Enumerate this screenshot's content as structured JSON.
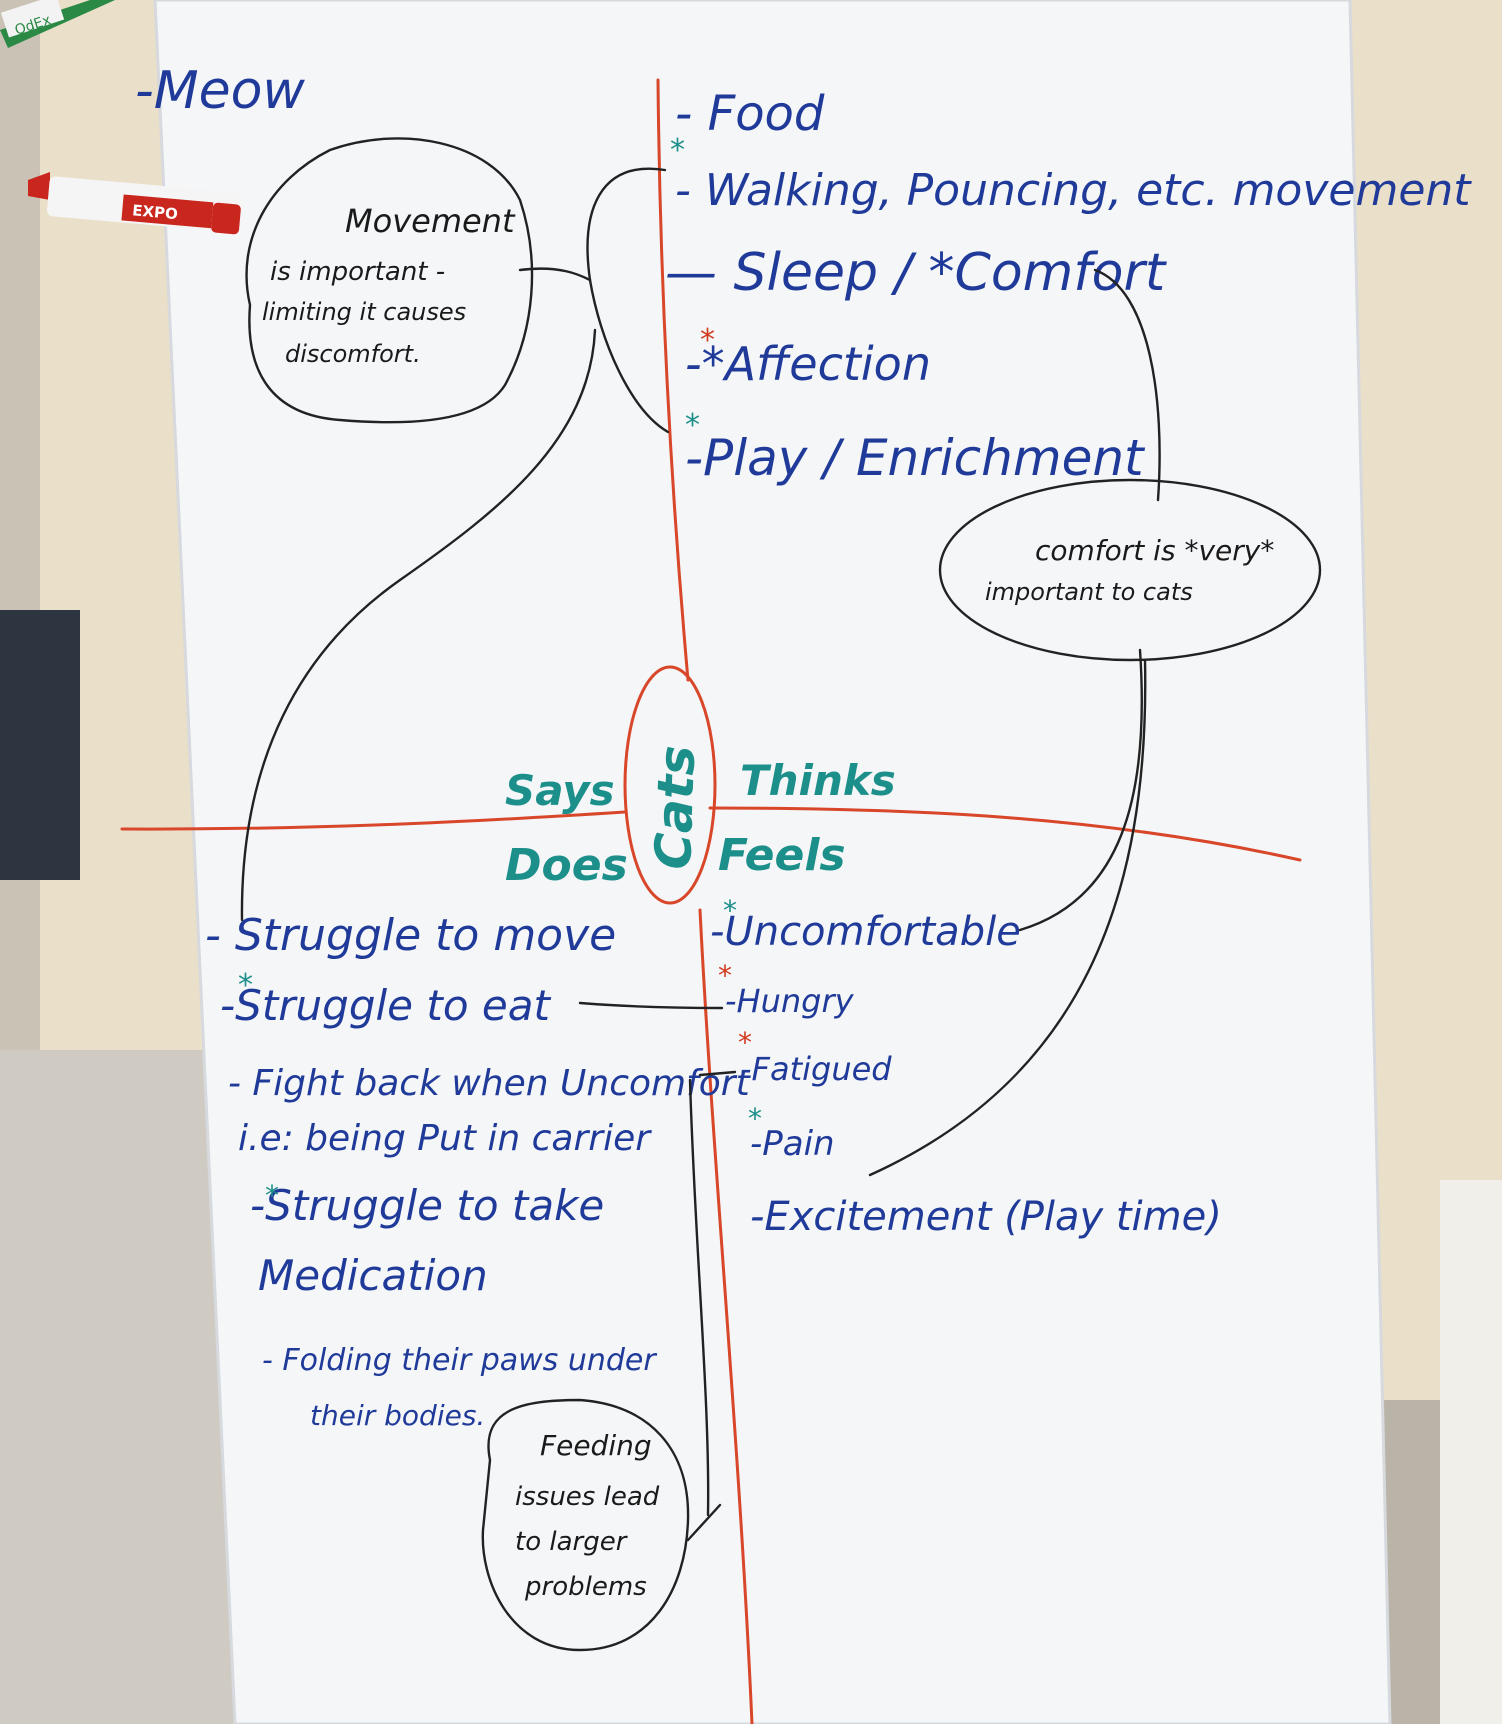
{
  "board": {
    "corner_note": "-Meow",
    "center_label": "Cats",
    "quadrants": {
      "says": "Says",
      "thinks": "Thinks",
      "does": "Does",
      "feels": "Feels"
    },
    "thinks_items": [
      "- Food",
      "- Walking, Pouncing, etc. movement",
      "— Sleep / *Comfort",
      "-*Affection",
      "-Play / Enrichment"
    ],
    "feels_items": [
      "-Uncomfortable",
      "-Hungry",
      "-Fatigued",
      "-Pain",
      "-Excitement (Play time)"
    ],
    "does_items": [
      "- Struggle to move",
      "-Struggle to eat",
      "- Fight back when Uncomfort",
      "i.e: being Put in carrier",
      "-Struggle to take",
      "Medication",
      "- Folding their paws under",
      "their bodies."
    ],
    "notes": {
      "movement": [
        "Movement",
        "is important -",
        "limiting it causes",
        "discomfort."
      ],
      "comfort": [
        "comfort is *very*",
        "important to cats"
      ],
      "feeding": [
        "Feeding",
        "issues lead",
        "to larger",
        "problems"
      ]
    }
  },
  "markers": {
    "green_marker_label": "OdEx",
    "red_marker_label": "EXPO"
  },
  "colors": {
    "whiteboard": "#f4f6f8",
    "blue_ink": "#1f3a99",
    "teal_ink": "#1d8f8a",
    "red_ink": "#d23a1e",
    "black_ink": "#1a1a1a",
    "wall": "#e9dcc4"
  }
}
